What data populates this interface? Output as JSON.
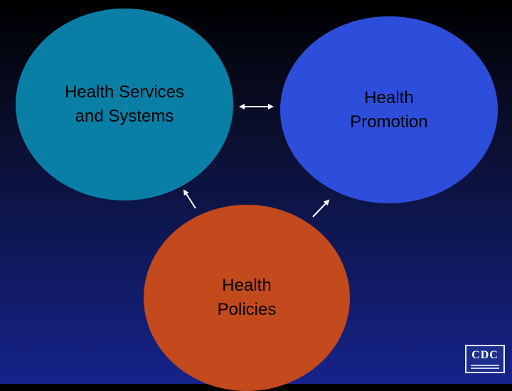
{
  "circles": {
    "services": {
      "line1": "Health Services",
      "line2": "and Systems",
      "color": "#0a7fa6"
    },
    "promotion": {
      "line1": "Health",
      "line2": "Promotion",
      "color": "#2d4edb"
    },
    "policies": {
      "line1": "Health",
      "line2": "Policies",
      "color": "#c24a1d"
    }
  },
  "arrows": [
    {
      "from": "services",
      "to": "promotion",
      "bidirectional": true
    },
    {
      "from": "policies",
      "to": "services",
      "bidirectional": false
    },
    {
      "from": "policies",
      "to": "promotion",
      "bidirectional": false
    }
  ],
  "logo": {
    "text": "CDC",
    "icon": "cdc-logo"
  }
}
